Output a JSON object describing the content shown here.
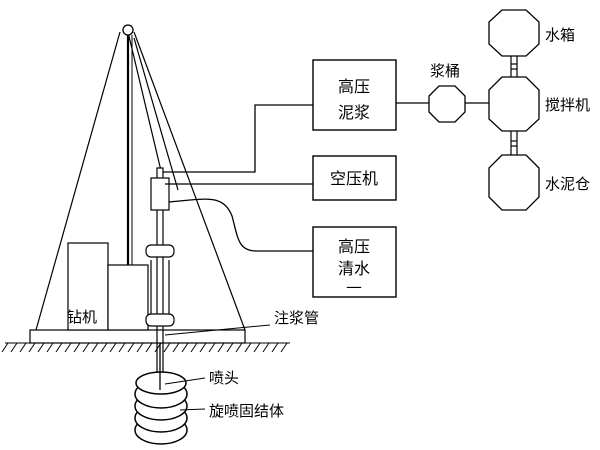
{
  "boxes": {
    "high_pressure_slurry": {
      "line1": "高压",
      "line2": "泥浆"
    },
    "air_compressor": {
      "label": "空压机"
    },
    "high_pressure_water": {
      "line1": "高压",
      "line2": "清水",
      "line3": "—"
    }
  },
  "labels": {
    "slurry_bucket": "浆桶",
    "water_tank": "水箱",
    "mixer": "搅拌机",
    "cement_silo": "水泥仓",
    "drill_rig": "钻机",
    "grout_pipe": "注浆管",
    "nozzle": "喷头",
    "jet_grout_body": "旋喷固结体"
  }
}
